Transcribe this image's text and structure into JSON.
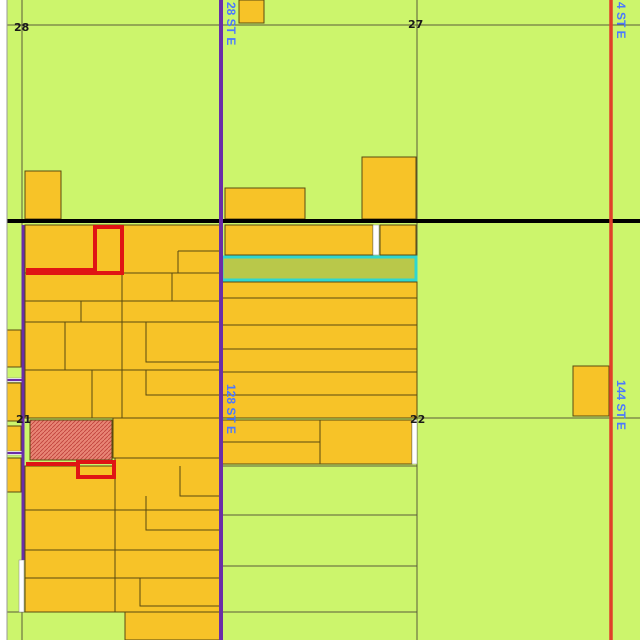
{
  "map": {
    "section_labels": [
      "28",
      "27",
      "21",
      "22"
    ],
    "road_labels": {
      "road_128_top": "28 ST E",
      "road_144_top": "4 ST E",
      "road_128_mid": "128 ST E",
      "road_144_mid": "144 ST E"
    },
    "colors": {
      "background_land": "#ccf56c",
      "parcel_fill": "#f7c328",
      "parcel_outline": "#5a4a10",
      "purple_road": "#6a2ea8",
      "red_road": "#e0402a",
      "section_line": "#000000",
      "highlight_red": "#e01414",
      "hatched_parcel": "#e87a6a",
      "selected_parcel_outline": "#2fd6d0",
      "selected_parcel_fill": "#b9c84a"
    }
  }
}
